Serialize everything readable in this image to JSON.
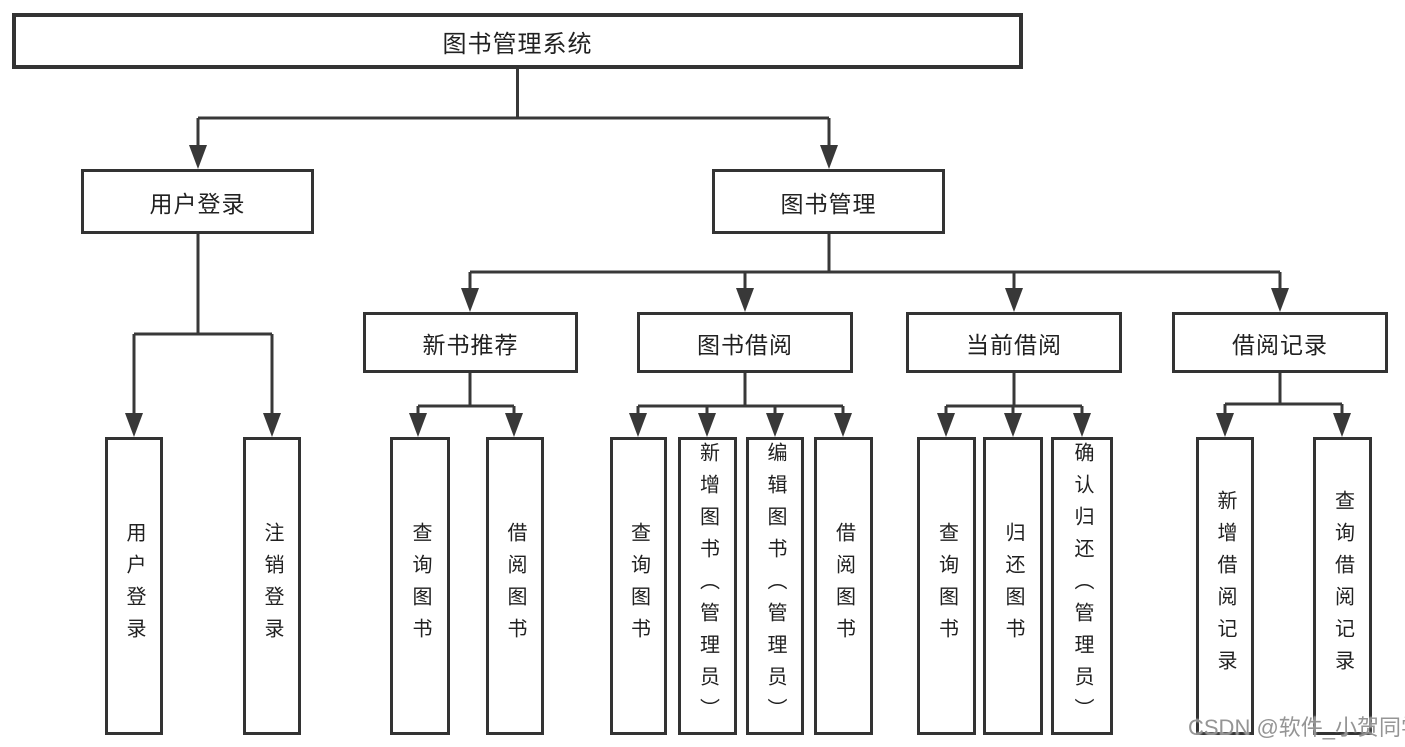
{
  "nodes": {
    "root": {
      "label": "图书管理系统"
    },
    "level1": [
      {
        "label": "用户登录"
      },
      {
        "label": "图书管理"
      }
    ],
    "level2": [
      {
        "label": "新书推荐",
        "parent": "图书管理"
      },
      {
        "label": "图书借阅",
        "parent": "图书管理"
      },
      {
        "label": "当前借阅",
        "parent": "图书管理"
      },
      {
        "label": "借阅记录",
        "parent": "图书管理"
      }
    ],
    "leaves": [
      {
        "label": "用户登录",
        "parent": "用户登录"
      },
      {
        "label": "注销登录",
        "parent": "用户登录"
      },
      {
        "label": "查询图书",
        "parent": "新书推荐"
      },
      {
        "label": "借阅图书",
        "parent": "新书推荐"
      },
      {
        "label": "查询图书",
        "parent": "图书借阅"
      },
      {
        "label": "新增图书（管理员）",
        "parent": "图书借阅"
      },
      {
        "label": "编辑图书（管理员）",
        "parent": "图书借阅"
      },
      {
        "label": "借阅图书",
        "parent": "图书借阅"
      },
      {
        "label": "查询图书",
        "parent": "当前借阅"
      },
      {
        "label": "归还图书",
        "parent": "当前借阅"
      },
      {
        "label": "确认归还（管理员）",
        "parent": "当前借阅"
      },
      {
        "label": "新增借阅记录",
        "parent": "借阅记录"
      },
      {
        "label": "查询借阅记录",
        "parent": "借阅记录"
      }
    ]
  },
  "watermark": {
    "text": "CSDN @软件_小贺同学"
  },
  "colors": {
    "line": "#383838",
    "box_border": "#333333",
    "text": "#212121",
    "watermark": "#8f8f8f",
    "background": "#ffffff"
  }
}
